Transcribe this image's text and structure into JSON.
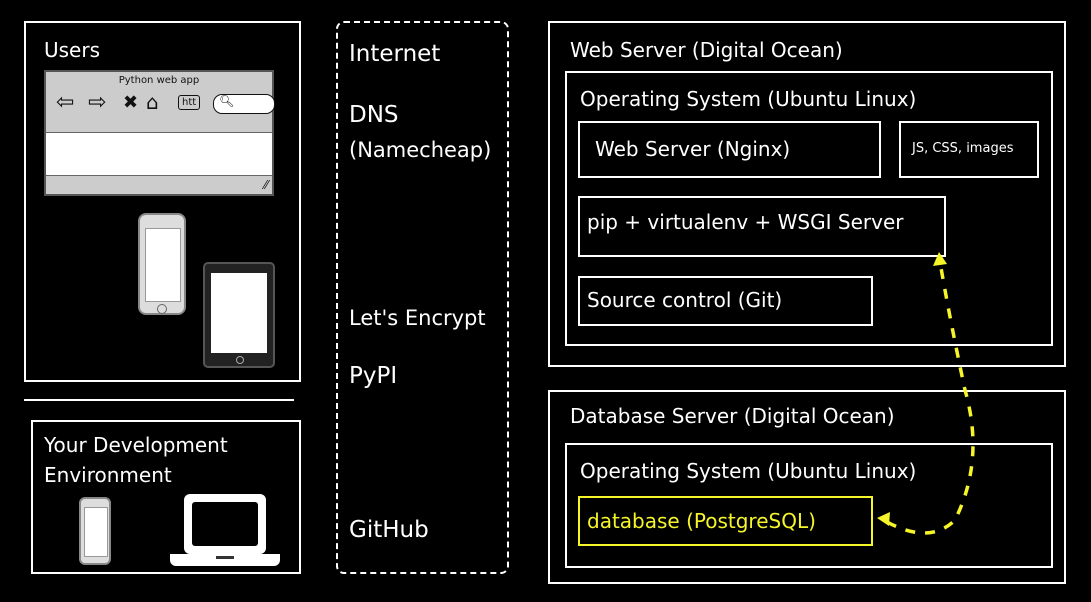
{
  "users": {
    "title": "Users",
    "browser_title": "Python web app",
    "url_chip": "htt"
  },
  "dev_env": {
    "title_line1": "Your Development",
    "title_line2": "Environment"
  },
  "internet": {
    "title": "Internet",
    "dns_line1": "DNS",
    "dns_line2": "(Namecheap)",
    "letsencrypt": "Let's Encrypt",
    "pypi": "PyPI",
    "github": "GitHub"
  },
  "web_server": {
    "title": "Web Server (Digital Ocean)",
    "os": "Operating System (Ubuntu Linux)",
    "nginx": "Web Server (Nginx)",
    "static": "JS, CSS, images",
    "wsgi": "pip + virtualenv + WSGI Server",
    "git": "Source control (Git)"
  },
  "db_server": {
    "title": "Database Server (Digital Ocean)",
    "os": "Operating System (Ubuntu Linux)",
    "database": "database (PostgreSQL)"
  },
  "colors": {
    "background": "#000000",
    "stroke": "#ffffff",
    "highlight": "#f5f52a"
  }
}
